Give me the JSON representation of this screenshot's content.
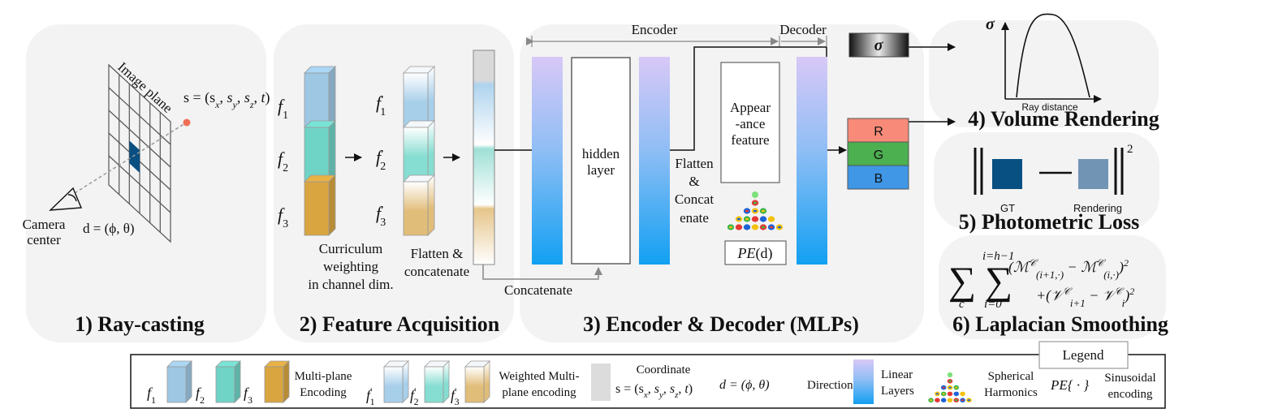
{
  "sections": {
    "ray_casting": "1) Ray-casting",
    "feature_acquisition": "2) Feature Acquisition",
    "encoder_decoder": "3) Encoder & Decoder (MLPs)",
    "volume_rendering": "4) Volume Rendering",
    "photometric_loss": "5) Photometric Loss",
    "laplacian_smoothing": "6) Laplacian Smoothing"
  },
  "ray": {
    "image_plane": "Image plane",
    "coordinate": "s = (s",
    "camera_line1": "Camera",
    "camera_line2": "center",
    "direction": "d = (ϕ, θ)"
  },
  "features": {
    "f1": "f",
    "f2": "f",
    "f3": "f",
    "curriculum_line1": "Curriculum",
    "curriculum_line2": "weighting",
    "curriculum_line3": "in channel dim.",
    "flatten_line1": "Flatten &",
    "flatten_line2": "concatenate"
  },
  "mlp": {
    "encoder": "Encoder",
    "decoder": "Decoder",
    "hidden_line1": "hidden",
    "hidden_line2": "layer",
    "concatenate": "Concatenate",
    "flatten_concat": [
      "Flatten",
      "&",
      "Concat",
      "enate"
    ],
    "appearance": [
      "Appear",
      "-ance",
      "feature"
    ],
    "pe": "PE(d)"
  },
  "outputs": {
    "sigma": "σ",
    "r": "R",
    "g": "G",
    "b": "B"
  },
  "volume": {
    "y_label": "σ",
    "x_label": "Ray distance"
  },
  "loss": {
    "gt": "GT",
    "rendering": "Rendering",
    "power": "2"
  },
  "laplacian": {
    "upper": "i=h−1",
    "lower_c": "c",
    "lower_i": "i=0",
    "term1": "(ℳ",
    "term2": "+(𝒱",
    "square": "2"
  },
  "legend": {
    "title": "Legend",
    "multi_line1": "Multi-plane",
    "multi_line2": "Encoding",
    "weighted_line1": "Weighted Multi-",
    "weighted_line2": "plane encoding",
    "coordinate_title": "Coordinate",
    "coordinate_formula": "s = (s",
    "direction_formula": "d = (ϕ, θ)",
    "direction_label": "Direction",
    "linear_line1": "Linear",
    "linear_line2": "Layers",
    "sh_line1": "Spherical",
    "sh_line2": "Harmonics",
    "pe_formula": "PE{ · }",
    "sinus_line1": "Sinusoidal",
    "sinus_line2": "encoding"
  },
  "colors": {
    "panel": "#f3f3f3",
    "blue_cube": "#9ec7e3",
    "teal_cube": "#6fd3c6",
    "orange_cube": "#d8a540",
    "linear_top": "#d6c9f5",
    "linear_bottom": "#1fa2f2",
    "red": "#f78a78",
    "green": "#4caf50",
    "blue": "#3f97e6",
    "gt": "#084f82",
    "render": "#7294b4",
    "ray_dot": "#ef6f57"
  }
}
